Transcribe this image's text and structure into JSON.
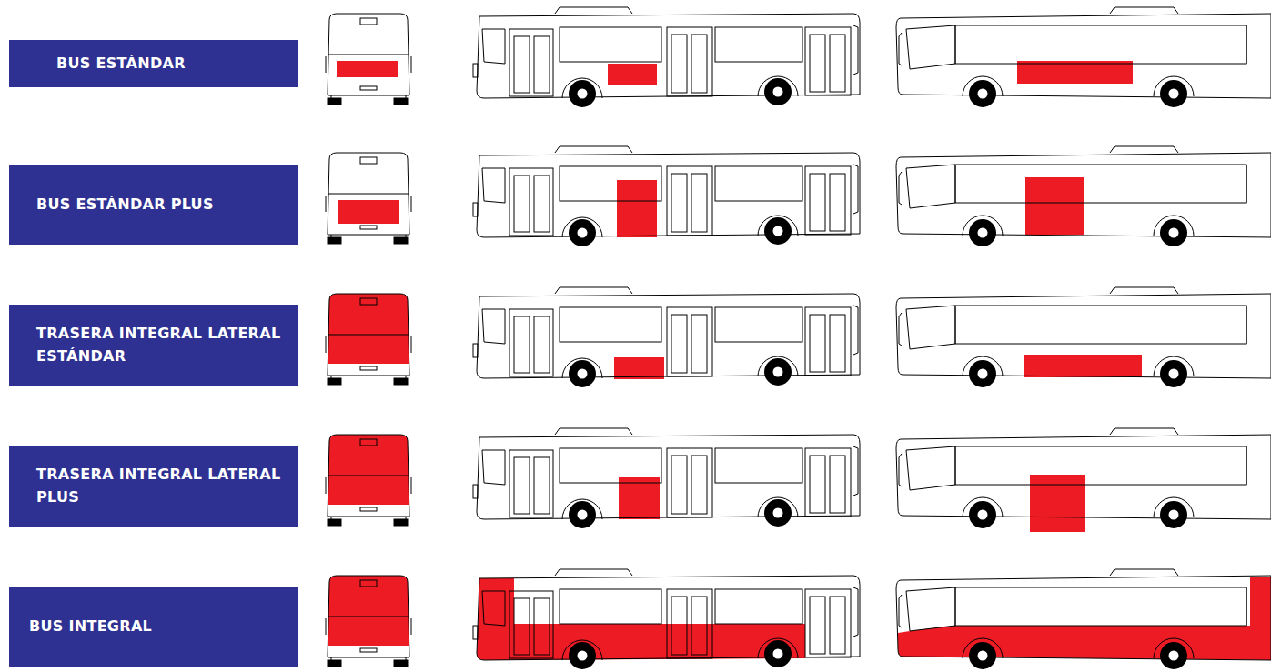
{
  "diagram": {
    "nodes": [
      {
        "text": [
          "BUS ESTÁNDAR"
        ]
      },
      {
        "text": [
          "BUS ESTÁNDAR PLUS"
        ]
      },
      {
        "text": [
          "TRASERA INTEGRAL LATERAL ESTÁNDAR"
        ]
      },
      {
        "text": [
          "TRASERA INTEGRAL LATERAL PLUS"
        ]
      },
      {
        "text": [
          "BUS INTEGRAL"
        ]
      }
    ]
  }
}
